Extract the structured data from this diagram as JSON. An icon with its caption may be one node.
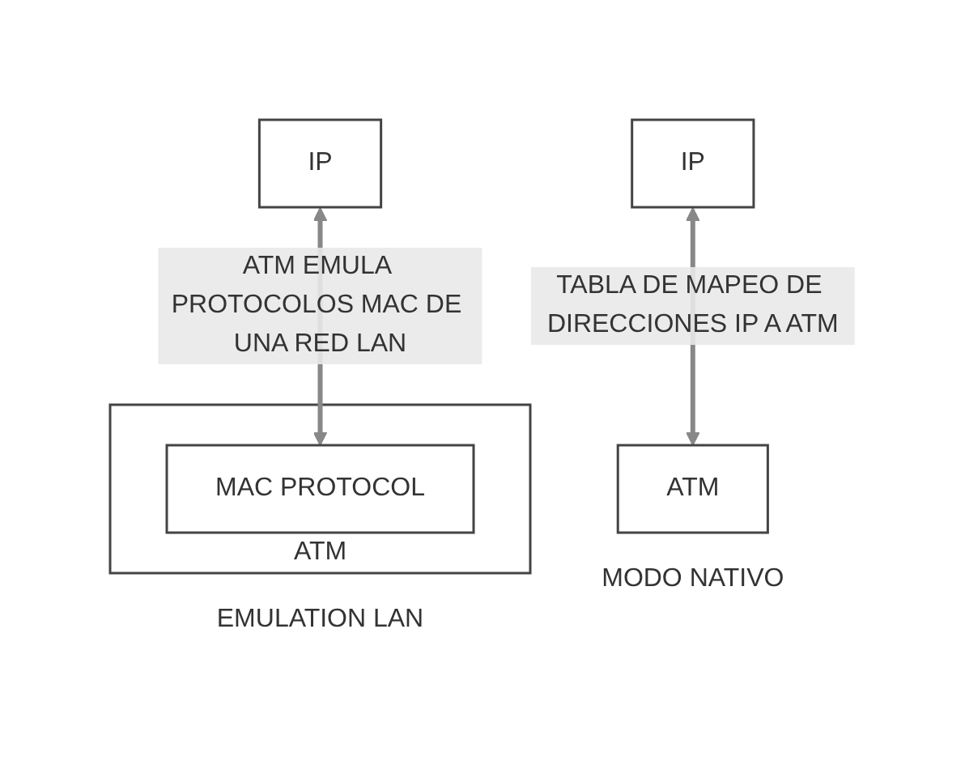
{
  "diagram": {
    "nodes": [
      {
        "text": [
          "IP"
        ]
      },
      {
        "text": [
          "ATM"
        ],
        "beside": [
          "EMULATION LAN"
        ]
      },
      {
        "text": [
          "MAC PROTOCOL"
        ],
        "in": 1
      },
      {
        "text": [
          "IP"
        ]
      },
      {
        "text": [
          "ATM"
        ],
        "beside": [
          "MODO NATIVO"
        ]
      }
    ],
    "edges": [
      {
        "from": 0,
        "to": 2,
        "arrow": "both",
        "label": "ATM EMULA PROTOCOLOS MAC DE UNA RED LAN"
      },
      {
        "from": 3,
        "to": 4,
        "arrow": "both",
        "label": "TABLA DE MAPEO DE DIRECCIONES IP A ATM"
      }
    ]
  }
}
